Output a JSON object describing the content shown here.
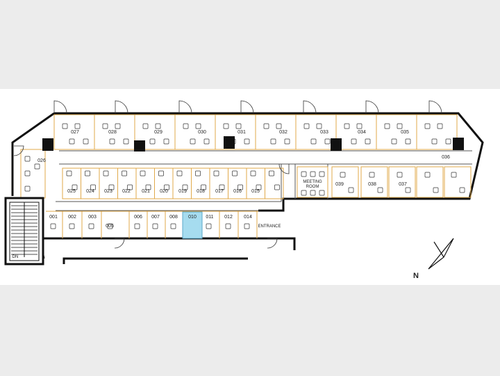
{
  "floorplan": {
    "highlight_color": "#a6dcef",
    "desk_line_color": "#e0a94a",
    "wall_color": "#111111",
    "room_labels": {
      "r001": "001",
      "r002": "002",
      "r003": "003",
      "r005": "005",
      "r006": "006",
      "r007": "007",
      "r008": "008",
      "r010": "010",
      "r011": "011",
      "r012": "012",
      "r014": "014",
      "r015": "015",
      "r016": "016",
      "r017": "017",
      "r018": "018",
      "r019": "019",
      "r020": "020",
      "r021": "021",
      "r022": "022",
      "r023": "023",
      "r024": "024",
      "r025": "025",
      "r026": "026",
      "r027": "027",
      "r028": "028",
      "r029": "029",
      "r030": "030",
      "r031": "031",
      "r032": "032",
      "r033": "033",
      "r034": "034",
      "r035": "035",
      "r036": "036",
      "r037": "037",
      "r038": "038",
      "r039": "039"
    },
    "meeting_room_line1": "MEETING",
    "meeting_room_line2": "ROOM",
    "entrance_label": "ENTRANCE",
    "stair_label": "DN",
    "north_label": "N",
    "highlighted_room": "010"
  }
}
